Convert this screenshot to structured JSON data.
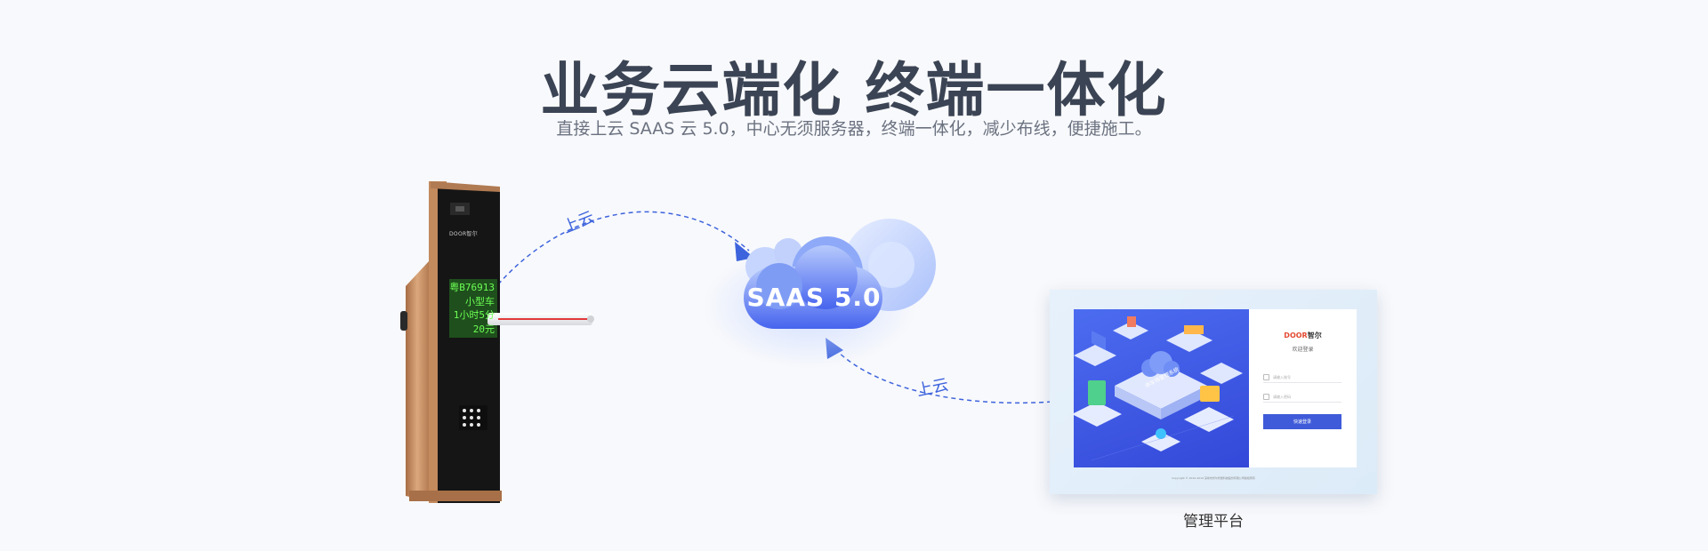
{
  "header": {
    "title": "业务云端化 终端一体化",
    "subtitle": "直接上云 SAAS 云 5.0，中心无须服务器，终端一体化，减少布线，便捷施工。"
  },
  "cloud": {
    "label": "SAAS 5.0",
    "icon": "cloud-icon"
  },
  "arrows": {
    "upload_top_label": "上云",
    "upload_bottom_label": "上云"
  },
  "terminal": {
    "brand": "DOOR智尔",
    "led_lines": [
      "粤B76913",
      "小型车",
      "1小时5分",
      "20元"
    ]
  },
  "platform": {
    "caption": "管理平台",
    "hero_text": "停车场管理系统",
    "login": {
      "logo": "DOOR",
      "logo_suffix": "智尔",
      "welcome": "欢迎登录",
      "account_placeholder": "请输入账号",
      "password_placeholder": "请输入密码",
      "submit_label": "快速登录"
    },
    "copyright": "Copyright © 2010-2019 深圳市智尔智能科技股份有限公司版权所有"
  },
  "colors": {
    "title": "#3b4454",
    "subtitle": "#6b7280",
    "accent": "#3d63dd",
    "cloud_light": "#c7d7fb",
    "cloud_dark": "#4d6ff0",
    "terminal_gold": "#c98d60",
    "led_green": "#6dff55"
  }
}
